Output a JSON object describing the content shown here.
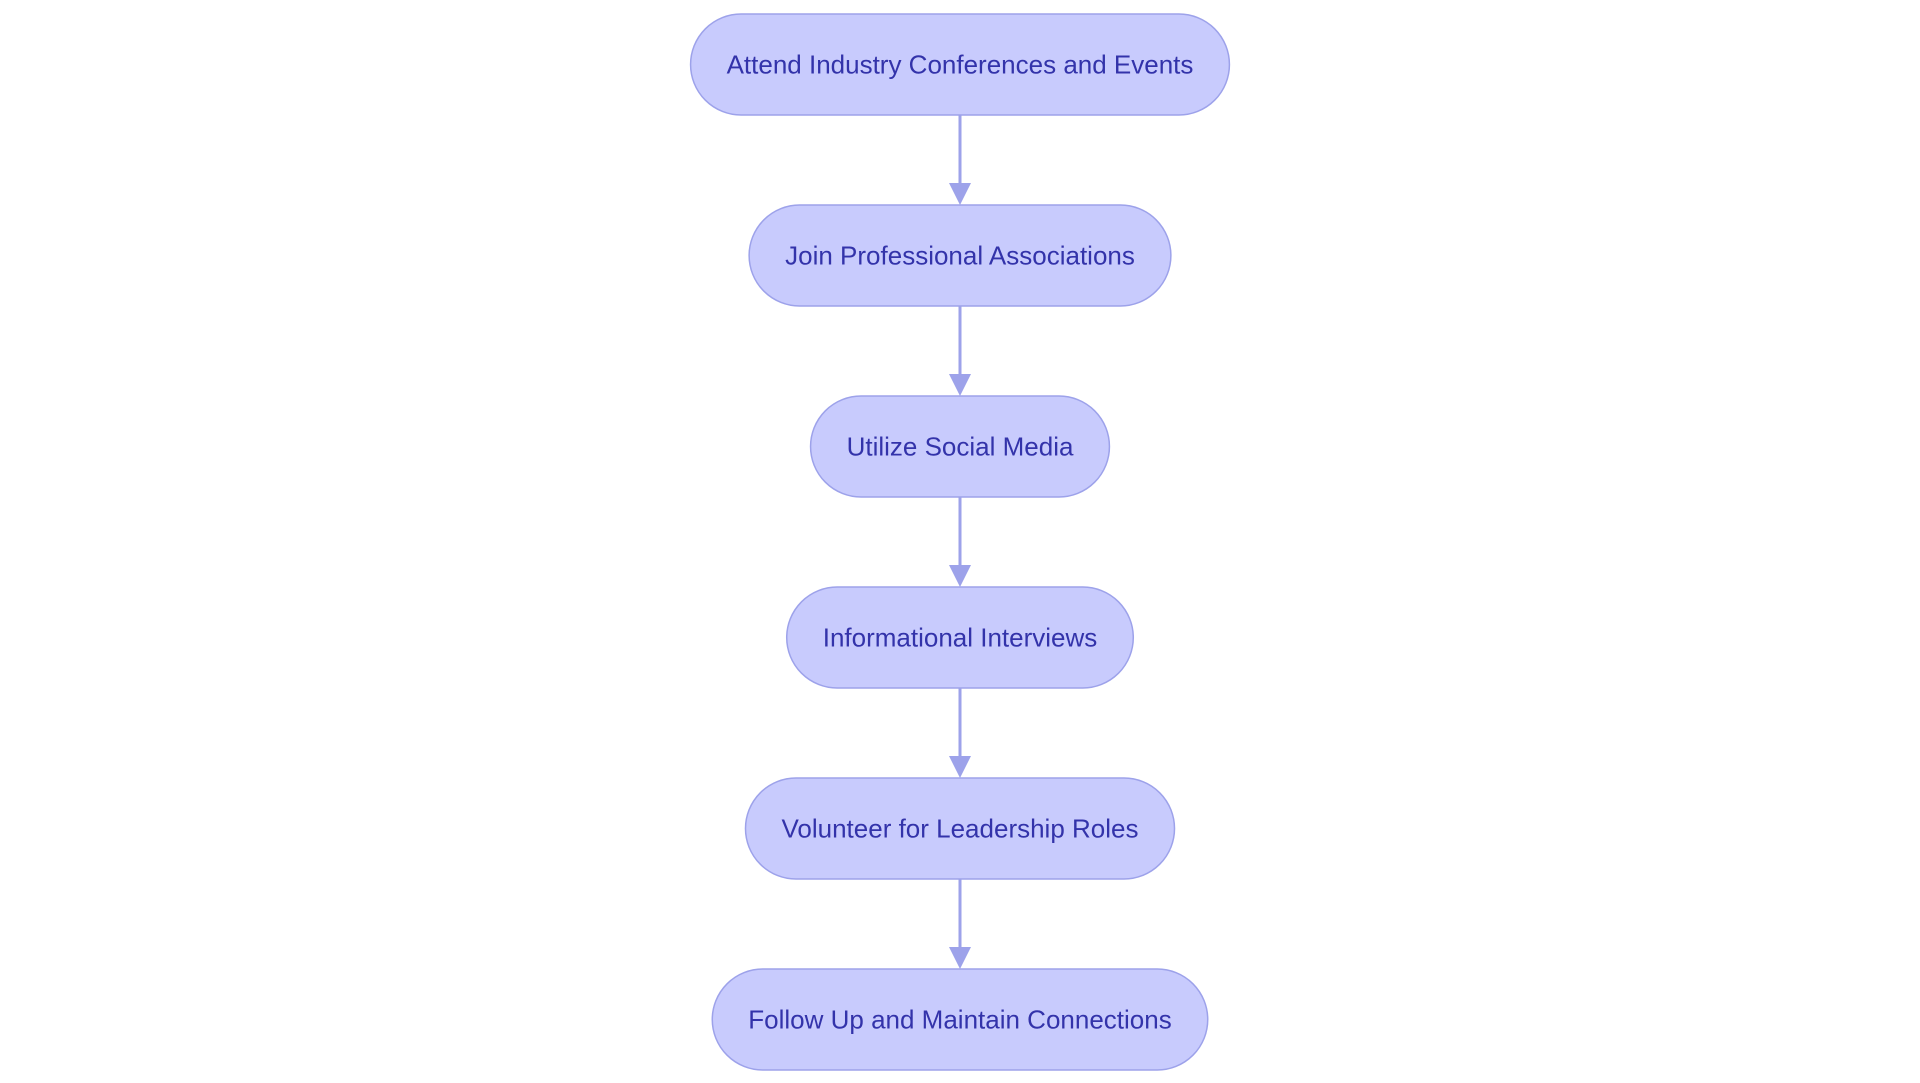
{
  "flowchart": {
    "direction": "top-to-bottom",
    "colors": {
      "node_fill": "#c8cbfd",
      "node_stroke": "#9da2ea",
      "text": "#3333aa",
      "edge": "#9da2ea",
      "background": "#ffffff"
    },
    "nodes": [
      {
        "id": "n1",
        "label": "Attend Industry Conferences and Events"
      },
      {
        "id": "n2",
        "label": "Join Professional Associations"
      },
      {
        "id": "n3",
        "label": "Utilize Social Media"
      },
      {
        "id": "n4",
        "label": "Informational Interviews"
      },
      {
        "id": "n5",
        "label": "Volunteer for Leadership Roles"
      },
      {
        "id": "n6",
        "label": "Follow Up and Maintain Connections"
      }
    ],
    "edges": [
      {
        "from": "n1",
        "to": "n2"
      },
      {
        "from": "n2",
        "to": "n3"
      },
      {
        "from": "n3",
        "to": "n4"
      },
      {
        "from": "n4",
        "to": "n5"
      },
      {
        "from": "n5",
        "to": "n6"
      }
    ]
  }
}
